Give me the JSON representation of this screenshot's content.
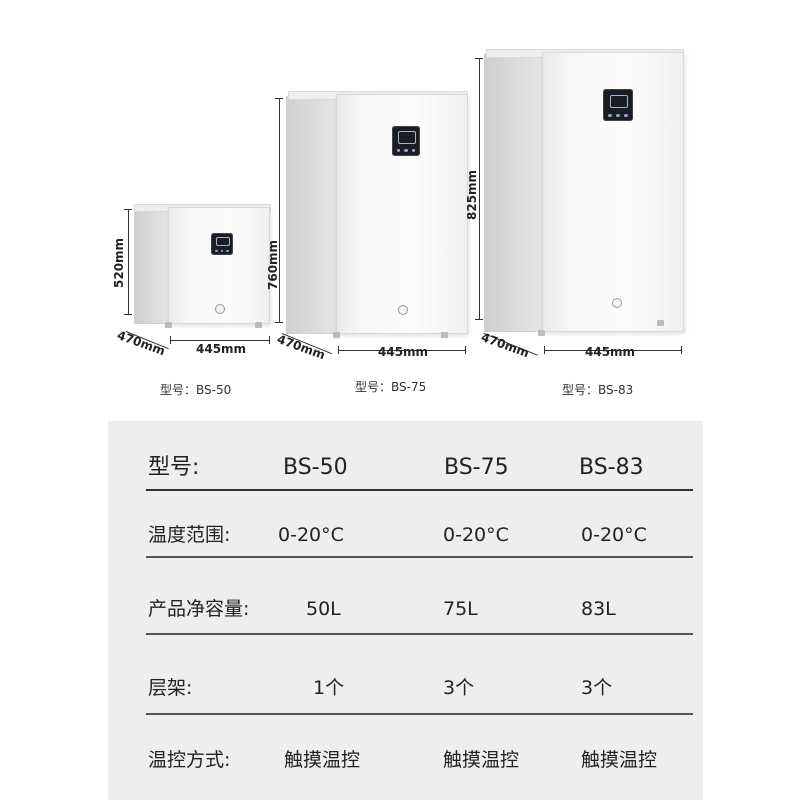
{
  "products": [
    {
      "model_caption": "型号：BS-50",
      "height": "520mm",
      "depth": "470mm",
      "width": "445mm"
    },
    {
      "model_caption": "型号：BS-75",
      "height": "760mm",
      "depth": "470mm",
      "width": "445mm"
    },
    {
      "model_caption": "型号：BS-83",
      "height": "825mm",
      "depth": "470mm",
      "width": "445mm"
    }
  ],
  "spec_table": {
    "header": {
      "label": "型号:",
      "values": [
        "BS-50",
        "BS-75",
        "BS-83"
      ]
    },
    "rows": [
      {
        "label": "温度范围:",
        "values": [
          "0-20°C",
          "0-20°C",
          "0-20°C"
        ]
      },
      {
        "label": "产品净容量:",
        "values": [
          "50L",
          "75L",
          "83L"
        ]
      },
      {
        "label": "层架:",
        "values": [
          "1个",
          "3个",
          "3个"
        ]
      },
      {
        "label": "温控方式:",
        "values": [
          "触摸温控",
          "触摸温控",
          "触摸温控"
        ]
      }
    ]
  },
  "colors": {
    "panel_bg": "#eeeeee",
    "fridge_white": "#f7f7f7",
    "control_panel": "#1b1d22"
  }
}
